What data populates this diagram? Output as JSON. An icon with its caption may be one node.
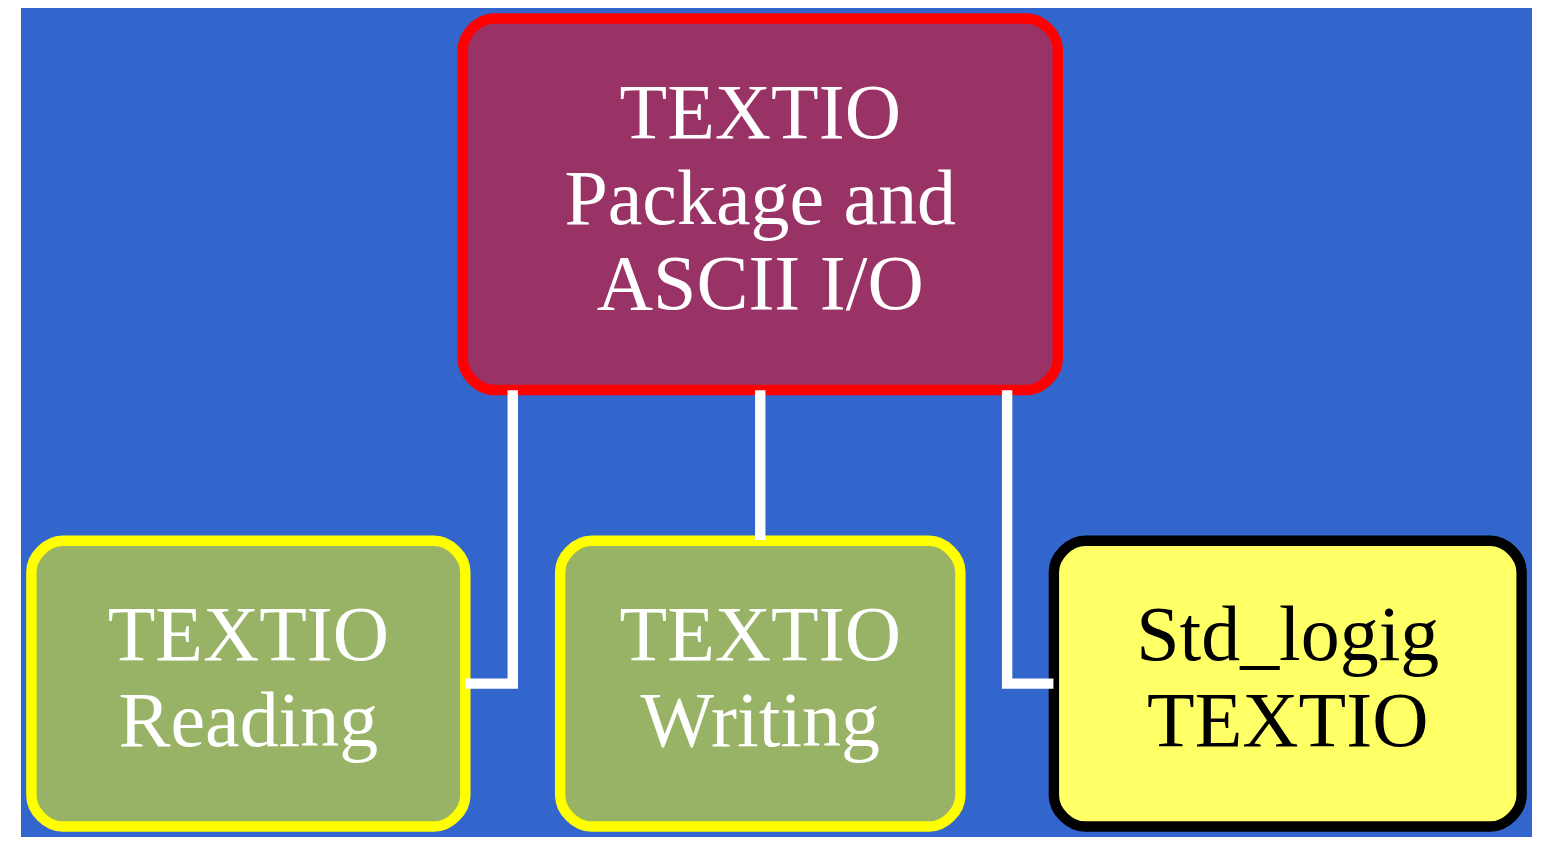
{
  "diagram": {
    "nodes": [
      {
        "text": [
          "TEXTIO Package and ASCII I/O"
        ]
      },
      {
        "text": [
          "TEXTIO Reading"
        ]
      },
      {
        "text": [
          "TEXTIO Writing"
        ]
      },
      {
        "text": [
          "Std_logig TEXTIO"
        ]
      }
    ],
    "edges": [
      {
        "from": 0,
        "to": 1,
        "arrow": "none"
      },
      {
        "from": 0,
        "to": 2,
        "arrow": "none"
      },
      {
        "from": 0,
        "to": 3,
        "arrow": "none"
      }
    ]
  }
}
